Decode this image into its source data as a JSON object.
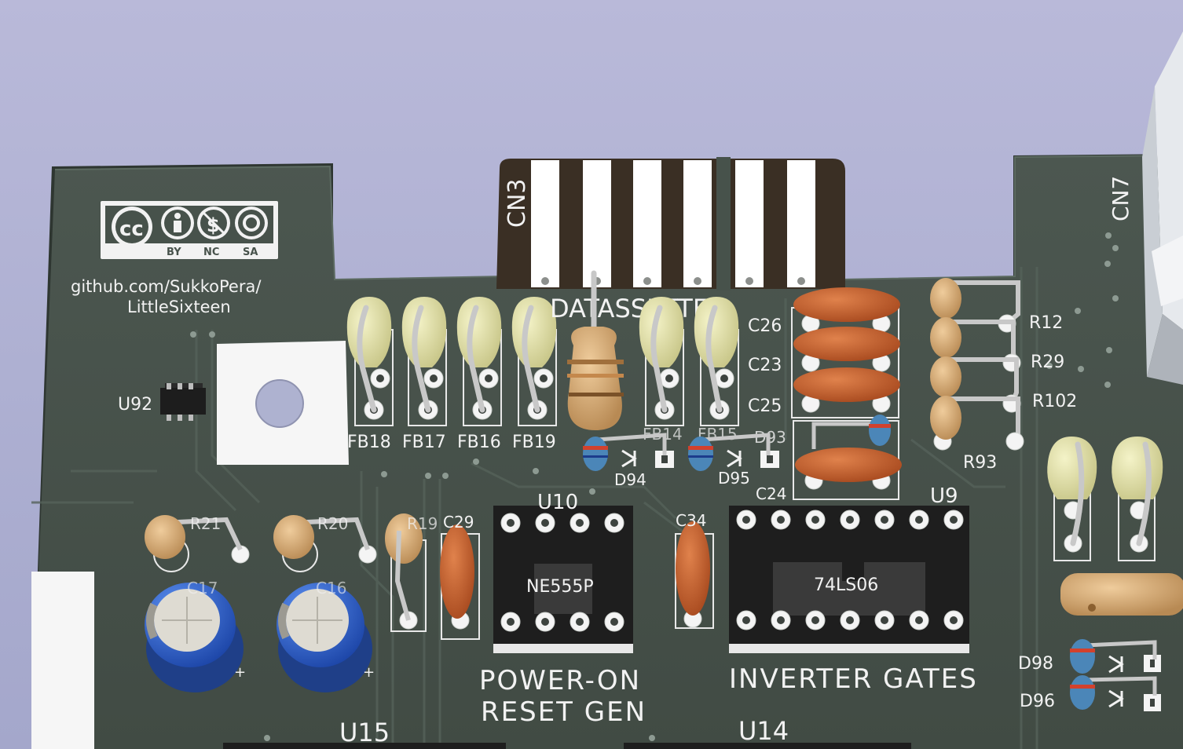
{
  "board": {
    "url_line1": "github.com/SukkoPera/",
    "url_line2": "LittleSixteen",
    "license": {
      "cc": "cc",
      "by": "BY",
      "nc": "NC",
      "sa": "SA"
    },
    "sections": {
      "power_on_line1": "POWER-ON",
      "power_on_line2": "RESET GEN",
      "inverter_gates": "INVERTER GATES",
      "datassette": "DATASSETTE"
    },
    "references": {
      "cn3": "CN3",
      "cn7": "CN7",
      "u92": "U92",
      "u10": "U10",
      "u9": "U9",
      "u15": "U15",
      "u14": "U14",
      "fb18": "FB18",
      "fb17": "FB17",
      "fb16": "FB16",
      "fb19": "FB19",
      "fb14": "FB14",
      "fb15": "FB15",
      "c26": "C26",
      "c23": "C23",
      "c25": "C25",
      "c24": "C24",
      "c29": "C29",
      "c34": "C34",
      "c17": "C17",
      "c16": "C16",
      "r12": "R12",
      "r29": "R29",
      "r102": "R102",
      "r93": "R93",
      "r21": "R21",
      "r20": "R20",
      "r19": "R19",
      "d94": "D94",
      "d95": "D95",
      "d93": "D93",
      "d98": "D98",
      "d96": "D96"
    },
    "chip_labels": {
      "ne555p": "NE555P",
      "ls06": "74LS06"
    },
    "colors": {
      "pcb": "#47524b",
      "pcb_edge": "#2f3832",
      "silkscreen": "#f2f2f2",
      "gold_pad": "#ffffff",
      "ferrite": "#e4e2a8",
      "ceramic_cap": "#c8622e",
      "resistor": "#dcb27c",
      "electrolytic": "#2f66d2",
      "background": "#b0b2d4"
    }
  }
}
